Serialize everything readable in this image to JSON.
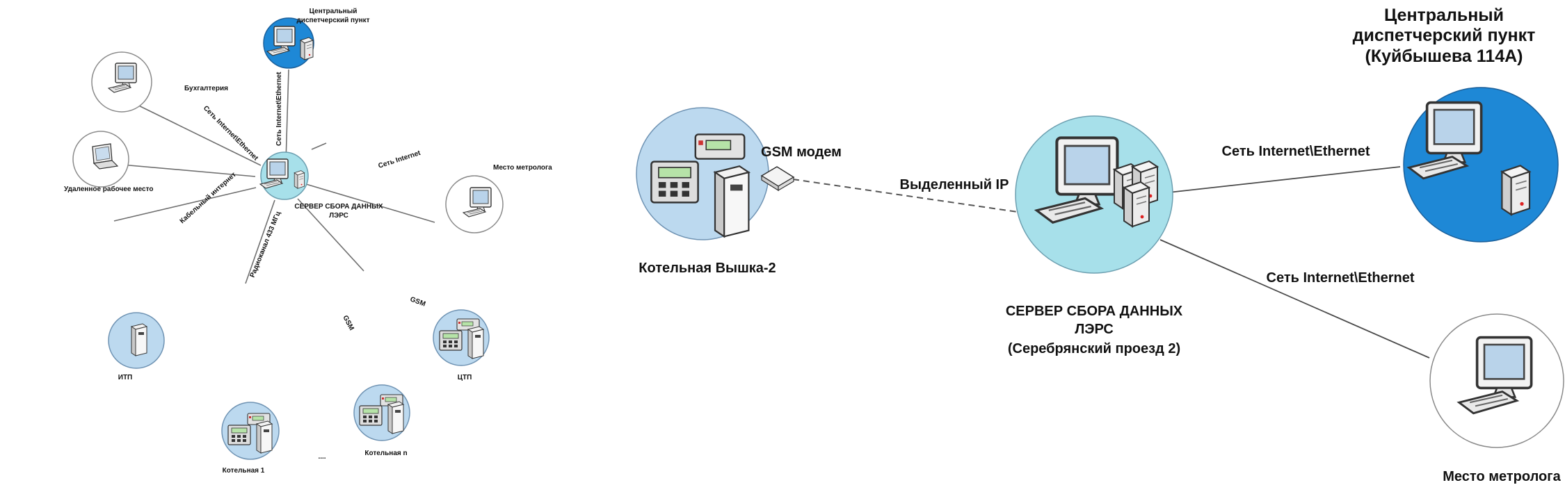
{
  "left_diagram": {
    "central": "Центральный\nдиспетчерский пункт",
    "server": "СЕРВЕР СБОРА ДАННЫХ\nЛЭРС",
    "accounting": "Бухгалтерия",
    "remote": "Удаленное рабочее место",
    "metrologist": "Место метролога",
    "itp": "ИТП",
    "ctp": "ЦТП",
    "boiler1": "Котельная 1",
    "boilern": "Котельная n",
    "dots": "....",
    "edge_ethernet_central": "Сеть Internet\\Ethernet",
    "edge_ethernet_accounting": "Сеть Internet\\Ethernet",
    "edge_internet": "Сеть Internet",
    "edge_cable": "Кабельный интернет",
    "edge_radio": "Радиоканал 433 МГц",
    "edge_gsm_1": "GSM",
    "edge_gsm_2": "GSM"
  },
  "right_diagram": {
    "central": "Центральный\nдиспетчерский пункт\n(Куйбышева 114А)",
    "server": "СЕРВЕР СБОРА ДАННЫХ\nЛЭРС\n(Серебрянский проезд 2)",
    "boiler": "Котельная Вышка-2",
    "gsm_modem": "GSM модем",
    "dedicated_ip": "Выделенный IP",
    "ethernet_1": "Сеть Internet\\Ethernet",
    "ethernet_2": "Сеть Internet\\Ethernet",
    "metrologist": "Место метролога"
  },
  "colors": {
    "central_node": "#1e88d6",
    "server_node": "#a7e0ea",
    "controller_node": "#bcd9ef",
    "workstation_node": "#ffffff"
  },
  "icons": [
    "computer-icon",
    "server-icon",
    "laptop-icon",
    "controller-icon",
    "gsm-modem-icon",
    "cabinet-icon"
  ]
}
